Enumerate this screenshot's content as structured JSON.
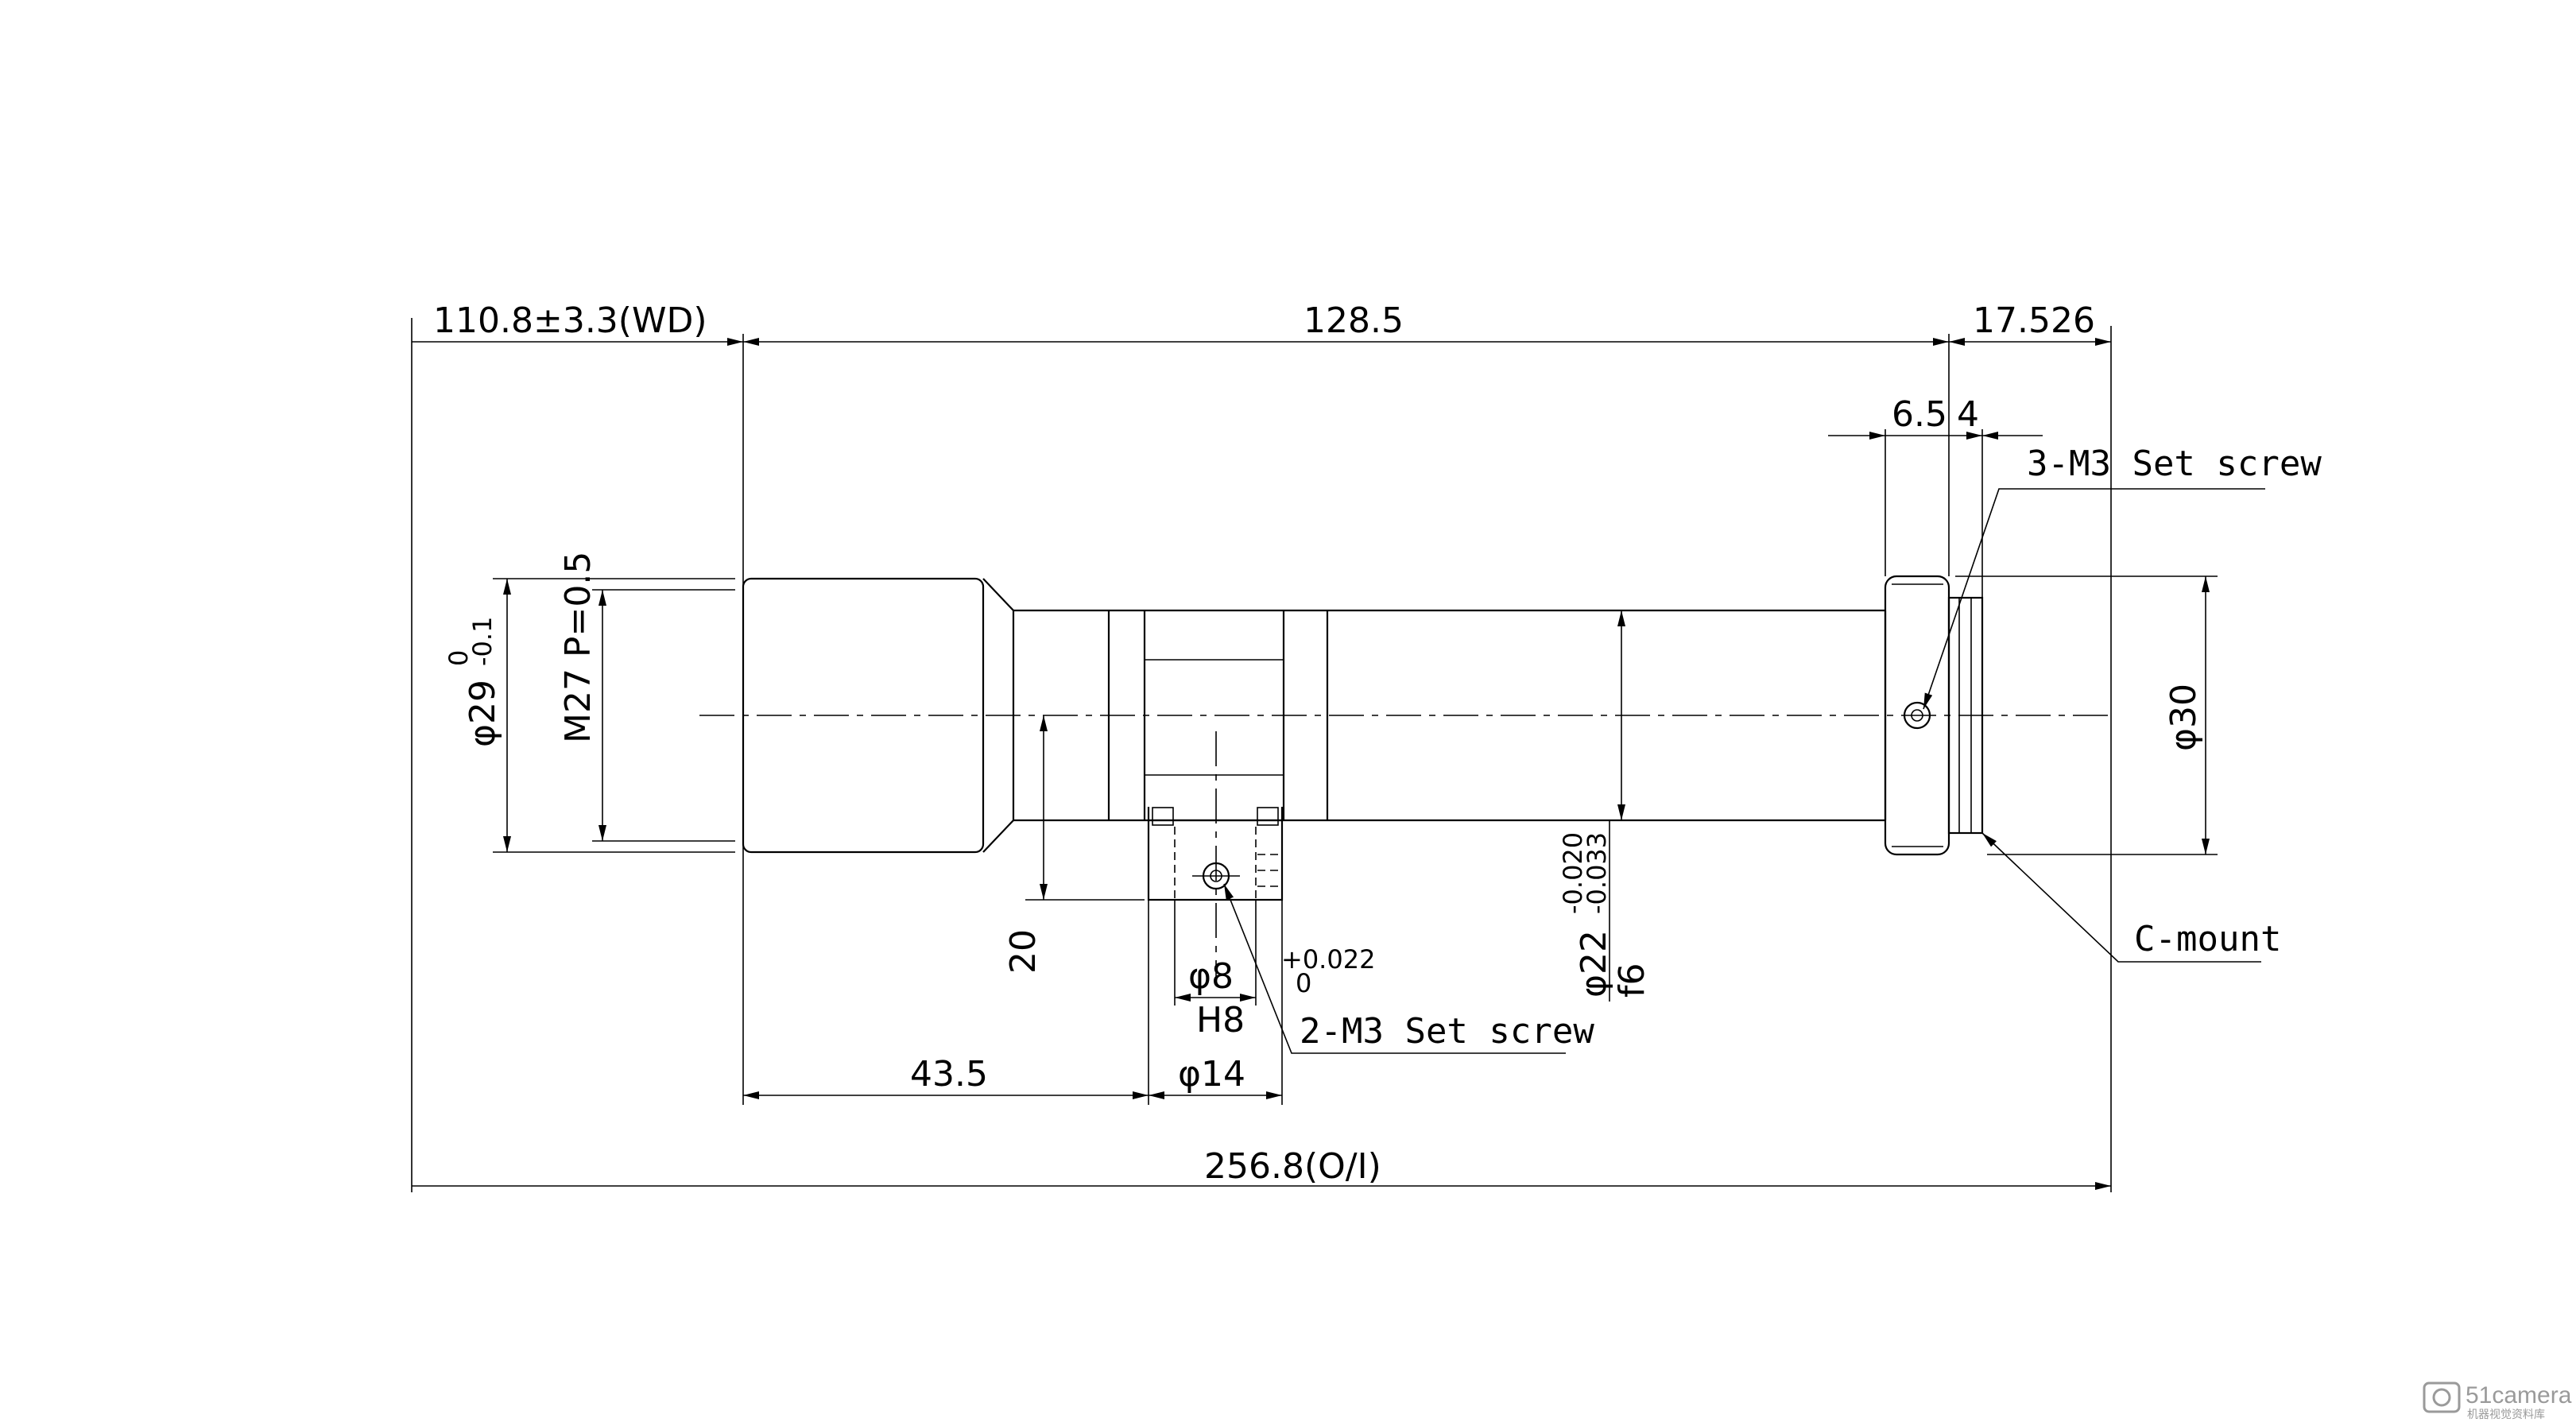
{
  "dimensions": {
    "working_distance": "110.8±3.3(WD)",
    "lens_length": "128.5",
    "flange_back": "17.526",
    "mount_part_a": "6.5",
    "mount_part_b": "4",
    "overall_length": "256.8(O/I)",
    "mount_position": "43.5",
    "mount_height": "20",
    "front_diameter": "φ29",
    "front_diameter_tol_upper": "0",
    "front_diameter_tol_lower": "-0.1",
    "filter_thread": "M27 P=0.5",
    "rear_diameter": "φ30",
    "barrel_diameter": "φ22",
    "barrel_tol_upper": "-0.020",
    "barrel_tol_lower": "-0.033",
    "barrel_fit": "f6",
    "pin_hole": "φ8",
    "pin_tol_upper": "+0.022",
    "pin_tol_lower": "0",
    "pin_fit": "H8",
    "mount_block_diameter": "φ14"
  },
  "callouts": {
    "mount_screw": "3-M3 Set screw",
    "block_screw": "2-M3 Set screw",
    "mount_type": "C-mount"
  },
  "watermark": {
    "brand": "51camera",
    "tagline": "机器视觉资料库"
  }
}
